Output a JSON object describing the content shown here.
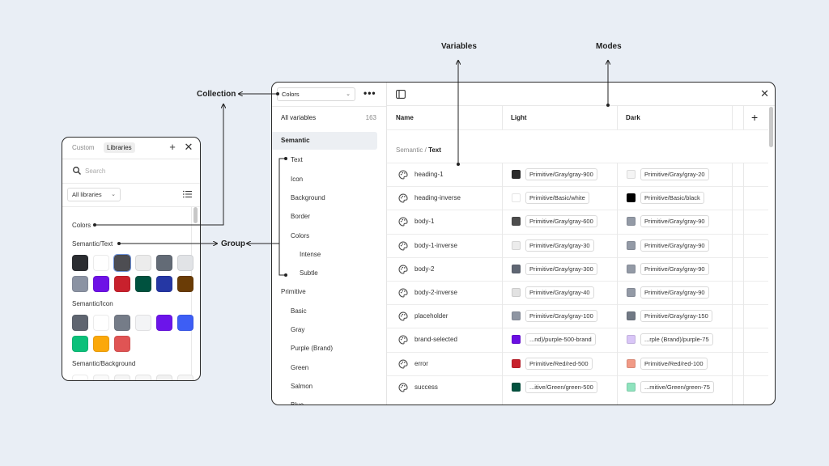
{
  "annotations": {
    "variables": "Variables",
    "modes": "Modes",
    "collection": "Collection",
    "group": "Group"
  },
  "library_panel": {
    "tabs": [
      "Custom",
      "Libraries"
    ],
    "search_placeholder": "Search",
    "filter_value": "All libraries",
    "colors_label": "Colors",
    "semantic_text_label": "Semantic/Text",
    "semantic_icon_label": "Semantic/Icon",
    "semantic_background_label": "Semantic/Background",
    "text_swatches_row1": [
      "#2b2d31",
      "#ffffff",
      "#4d4d52",
      "#ececec",
      "#636b76",
      "#e1e3e6"
    ],
    "text_swatches_row2": [
      "#8b93a3",
      "#6e12e6",
      "#c8212d",
      "#00523f",
      "#2537a4",
      "#6a3c06"
    ],
    "icon_swatches_row1": [
      "#5f6570",
      "#ffffff",
      "#757c88",
      "#f3f4f6",
      "#6c14ea",
      "#3d5ef5"
    ],
    "icon_swatches_row2": [
      "#0bc07a",
      "#fba80a",
      "#e05454"
    ]
  },
  "main_panel": {
    "collection_value": "Colors",
    "all_variables_label": "All variables",
    "all_variables_count": "163",
    "groups": [
      {
        "label": "Semantic",
        "level": 0
      },
      {
        "label": "Text",
        "level": 1
      },
      {
        "label": "Icon",
        "level": 1
      },
      {
        "label": "Background",
        "level": 1
      },
      {
        "label": "Border",
        "level": 1
      },
      {
        "label": "Colors",
        "level": 1
      },
      {
        "label": "Intense",
        "level": 2
      },
      {
        "label": "Subtle",
        "level": 2
      },
      {
        "label": "Primitive",
        "level": 0
      },
      {
        "label": "Basic",
        "level": 1
      },
      {
        "label": "Gray",
        "level": 1
      },
      {
        "label": "Purple (Brand)",
        "level": 1
      },
      {
        "label": "Green",
        "level": 1
      },
      {
        "label": "Salmon",
        "level": 1
      },
      {
        "label": "Blue",
        "level": 1
      }
    ],
    "columns": [
      "Name",
      "Light",
      "Dark"
    ],
    "add_mode": "+",
    "breadcrumb_parent": "Semantic",
    "breadcrumb_sep": "/",
    "breadcrumb_current": "Text",
    "rows": [
      {
        "name": "heading-1",
        "light_color": "#2b2b2b",
        "light": "Primitive/Gray/gray-900",
        "dark_color": "#f4f4f4",
        "dark": "Primitive/Gray/gray-20"
      },
      {
        "name": "heading-inverse",
        "light_color": "#ffffff",
        "light": "Primitive/Basic/white",
        "dark_color": "#000000",
        "dark": "Primitive/Basic/black"
      },
      {
        "name": "body-1",
        "light_color": "#4d4d4d",
        "light": "Primitive/Gray/gray-600",
        "dark_color": "#939aa6",
        "dark": "Primitive/Gray/gray-90"
      },
      {
        "name": "body-1-inverse",
        "light_color": "#ececec",
        "light": "Primitive/Gray/gray-30",
        "dark_color": "#939aa6",
        "dark": "Primitive/Gray/gray-90"
      },
      {
        "name": "body-2",
        "light_color": "#5f6673",
        "light": "Primitive/Gray/gray-300",
        "dark_color": "#939aa6",
        "dark": "Primitive/Gray/gray-90"
      },
      {
        "name": "body-2-inverse",
        "light_color": "#e2e2e2",
        "light": "Primitive/Gray/gray-40",
        "dark_color": "#939aa6",
        "dark": "Primitive/Gray/gray-90"
      },
      {
        "name": "placeholder",
        "light_color": "#8f96a3",
        "light": "Primitive/Gray/gray-100",
        "dark_color": "#717985",
        "dark": "Primitive/Gray/gray-150"
      },
      {
        "name": "brand-selected",
        "light_color": "#6b0fe3",
        "light": "...nd)/purple-500-brand",
        "dark_color": "#d9c6f7",
        "dark": "...rple (Brand)/purple-75"
      },
      {
        "name": "error",
        "light_color": "#c8212d",
        "light": "Primitive/Red/red-500",
        "dark_color": "#f19a86",
        "dark": "Primitive/Red/red-100"
      },
      {
        "name": "success",
        "light_color": "#03523f",
        "light": "...itive/Green/green-500",
        "dark_color": "#8fe3be",
        "dark": "...mitive/Green/green-75"
      }
    ]
  }
}
